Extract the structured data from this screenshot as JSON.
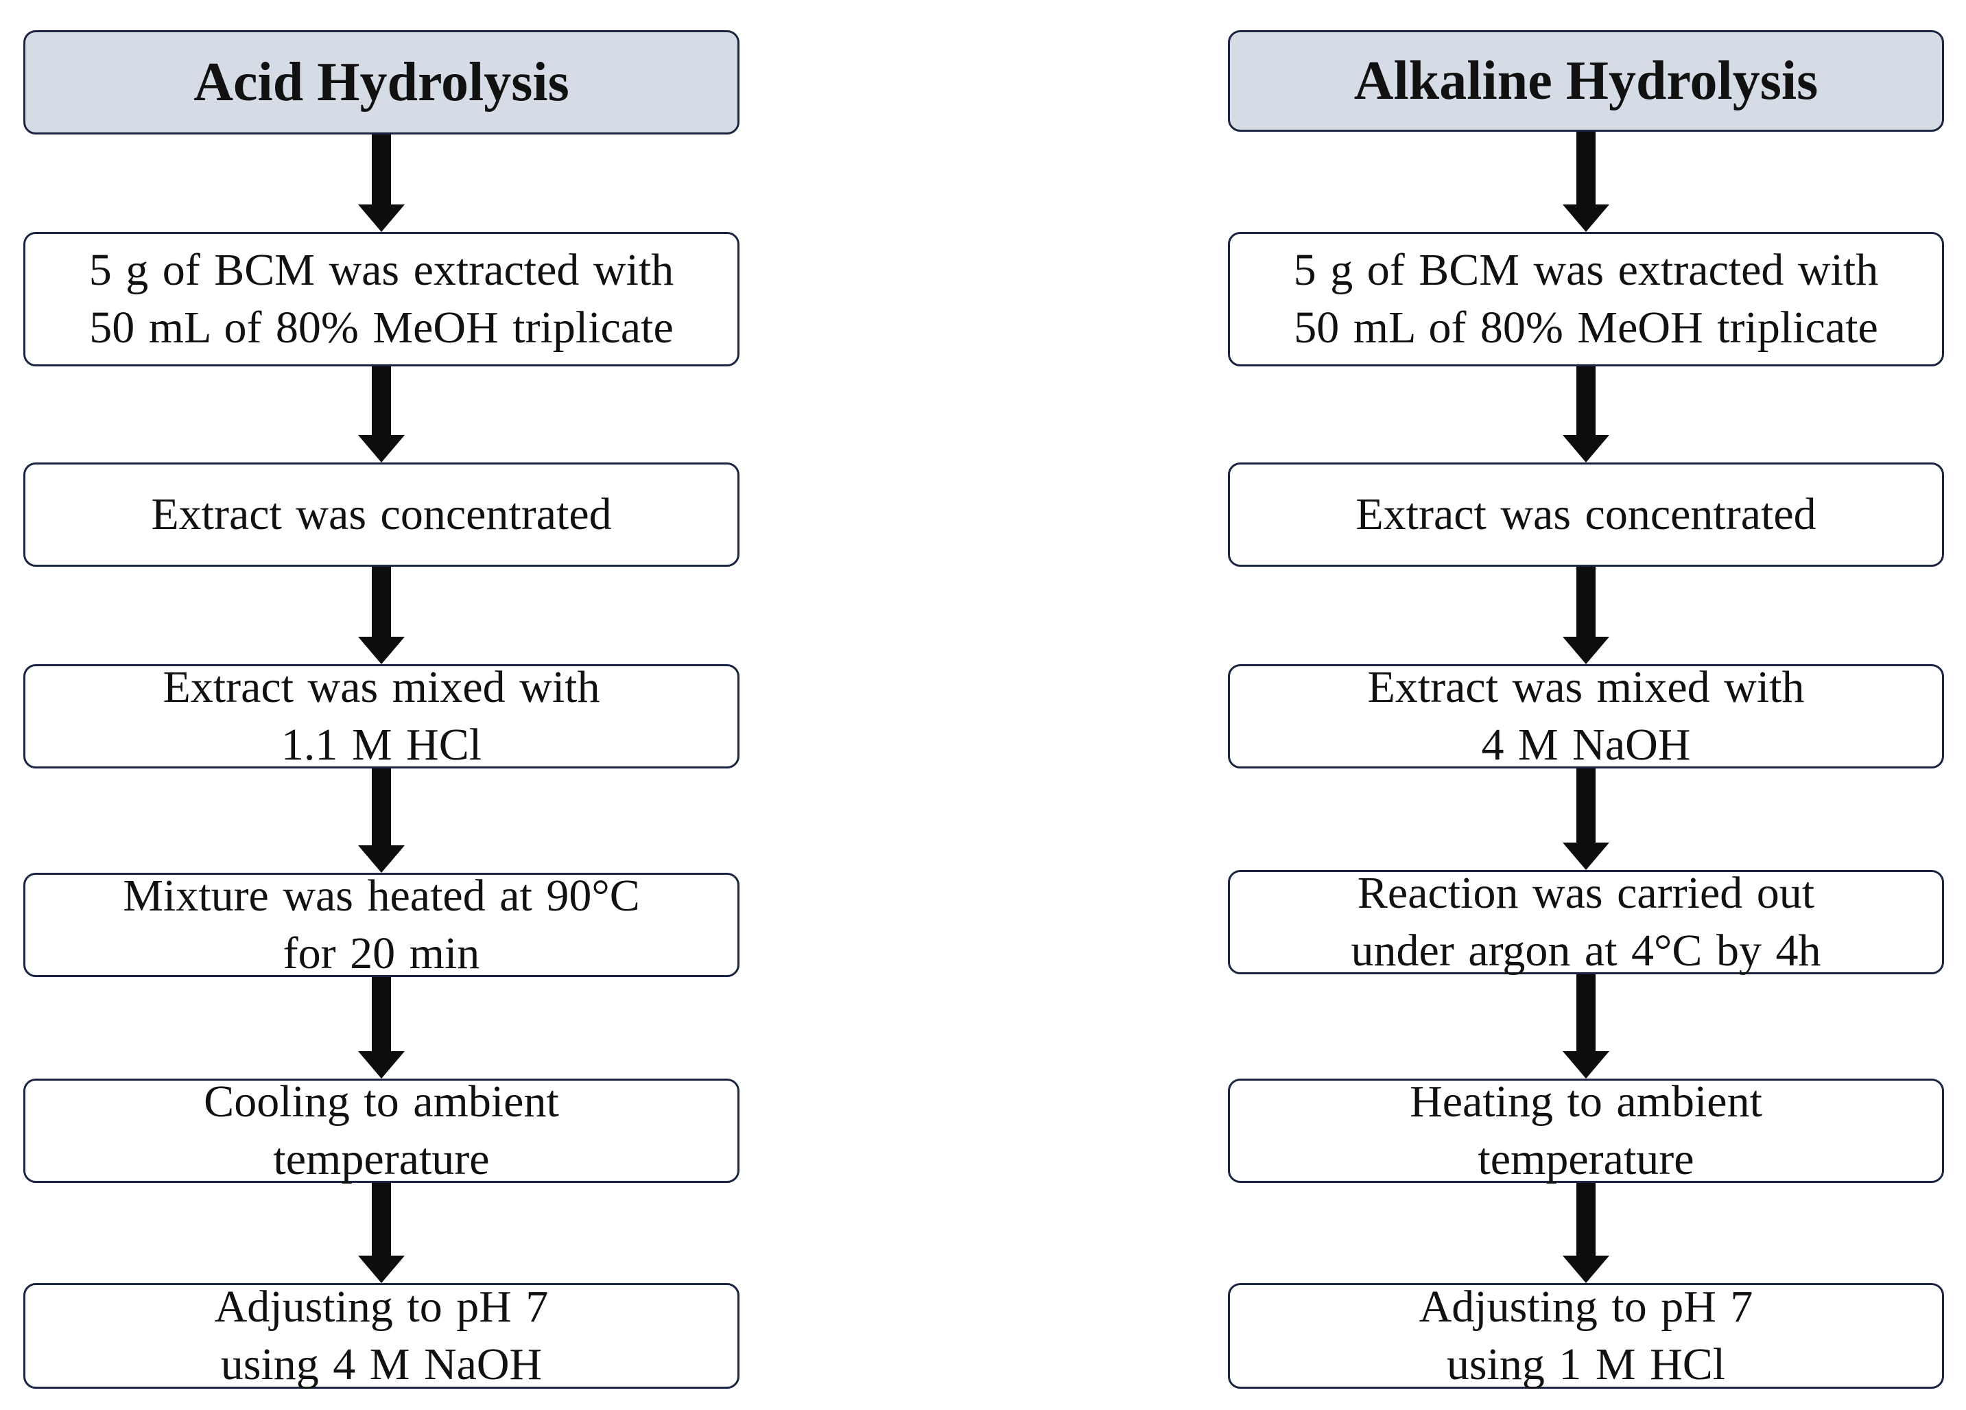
{
  "columns": [
    {
      "id": "acid",
      "title": "Acid Hydrolysis",
      "steps": [
        "5 g of BCM was extracted with\n50 mL of 80% MeOH triplicate",
        "Extract was concentrated",
        "Extract was mixed with\n1.1 M HCl",
        "Mixture was heated at 90°C\nfor 20 min",
        "Cooling to ambient\ntemperature",
        "Adjusting to pH 7\nusing 4 M NaOH"
      ]
    },
    {
      "id": "alkaline",
      "title": "Alkaline Hydrolysis",
      "steps": [
        "5 g of BCM was extracted with\n50 mL of 80% MeOH triplicate",
        "Extract was concentrated",
        "Extract was mixed with\n4 M NaOH",
        "Reaction was carried out\nunder argon at 4°C by 4h",
        "Heating to ambient\ntemperature",
        "Adjusting to pH 7\nusing 1 M HCl"
      ]
    }
  ],
  "colors": {
    "title_fill": "#d5dce6",
    "border": "#1b2440",
    "arrow": "#0d0d0d"
  }
}
